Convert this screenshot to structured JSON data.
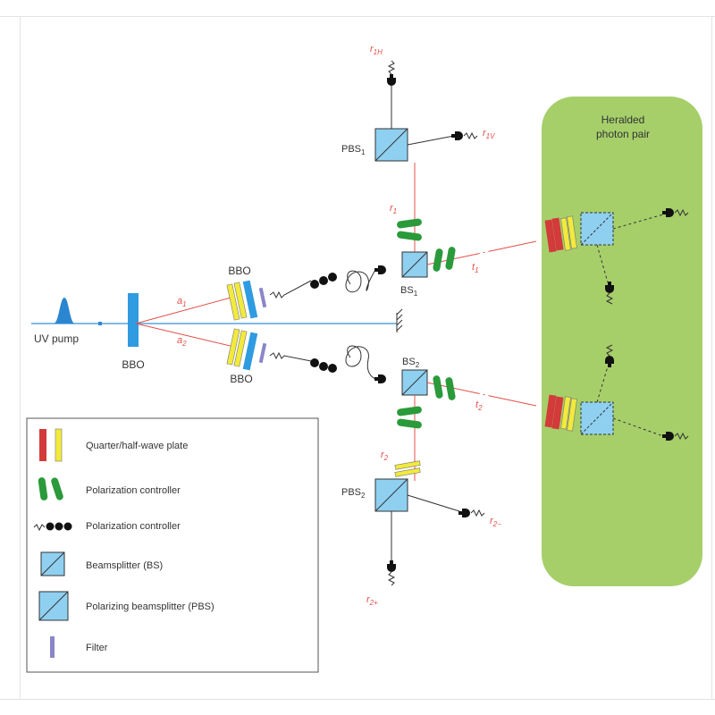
{
  "labels": {
    "uv_pump": "UV pump",
    "bbo_main": "BBO",
    "bbo_upper": "BBO",
    "bbo_lower": "BBO",
    "a1": "a",
    "a1_sub": "1",
    "a2": "a",
    "a2_sub": "2",
    "r1": "r",
    "r1_sub": "1",
    "r2": "r",
    "r2_sub": "2",
    "t1": "t",
    "t1_sub": "1",
    "t2": "t",
    "t2_sub": "2",
    "bs1": "BS",
    "bs1_sub": "1",
    "bs2": "BS",
    "bs2_sub": "2",
    "pbs1": "PBS",
    "pbs1_sub": "1",
    "pbs2": "PBS",
    "pbs2_sub": "2",
    "r1h": "r",
    "r1h_sub": "1H",
    "r1v": "r",
    "r1v_sub": "1V",
    "r2minus": "r",
    "r2minus_sub": "2−",
    "r2plus": "r",
    "r2plus_sub": "2+"
  },
  "heralded_box": {
    "title_line1": "Heralded",
    "title_line2": "photon pair"
  },
  "legend": [
    {
      "label": "Quarter/half-wave plate"
    },
    {
      "label": "Polarization controller"
    },
    {
      "label": "Polarization controller"
    },
    {
      "label": "Beamsplitter (BS)"
    },
    {
      "label": "Polarizing beamsplitter (PBS)"
    },
    {
      "label": "Filter"
    }
  ],
  "colors": {
    "beam_red": "#e2504a",
    "beam_blue": "#3a8fd6",
    "element_blue": "#3aa0e0",
    "splitter_blue": "#8fd0f0",
    "waveplate_red": "#d33a3a",
    "waveplate_yellow": "#f2ea3c",
    "controller_green": "#2a9a3a",
    "filter_purple": "#8a86c8",
    "heralded_green": "#a6cf6a"
  }
}
